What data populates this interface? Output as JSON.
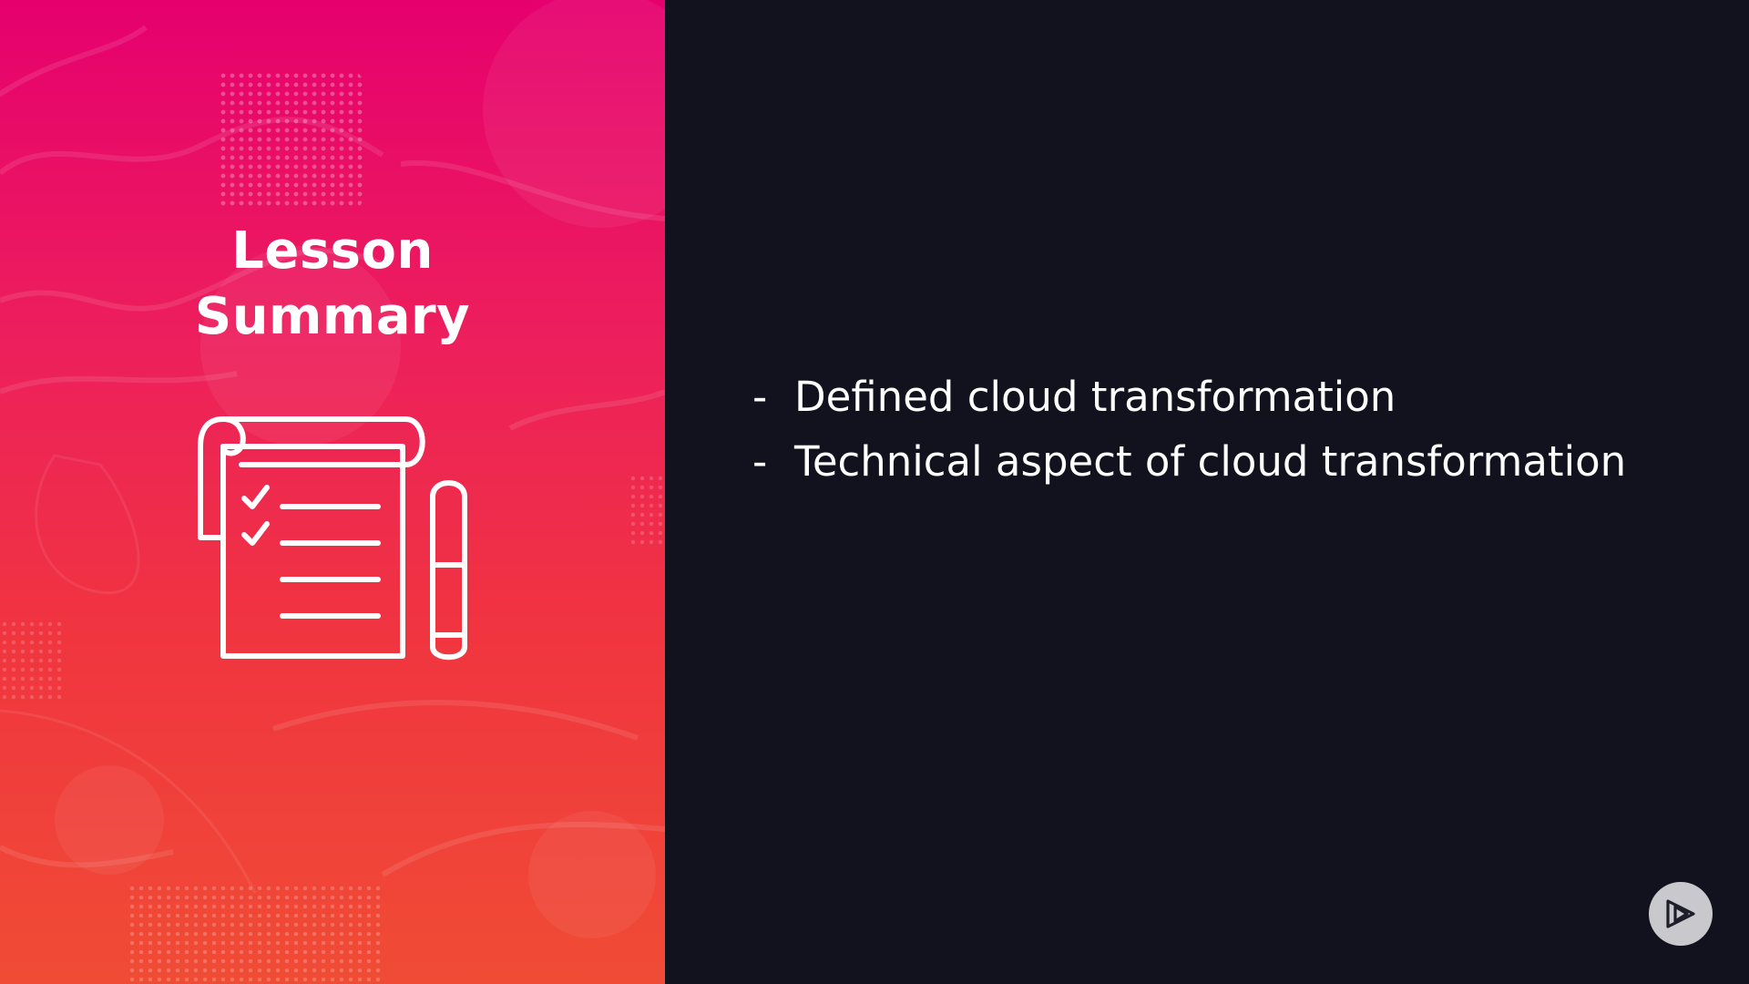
{
  "slide": {
    "title_line1": "Lesson",
    "title_line2": "Summary",
    "bullets": [
      {
        "dash": "-",
        "text": "Defined cloud transformation"
      },
      {
        "dash": "-",
        "text": "Technical aspect of cloud transformation"
      }
    ],
    "icons": {
      "summary": "checklist-notepad-pen-icon",
      "brand": "play-logo-icon"
    },
    "colors": {
      "gradient_top": "#e6006e",
      "gradient_bottom": "#f04c35",
      "background": "#12121f",
      "text": "#ffffff"
    }
  }
}
